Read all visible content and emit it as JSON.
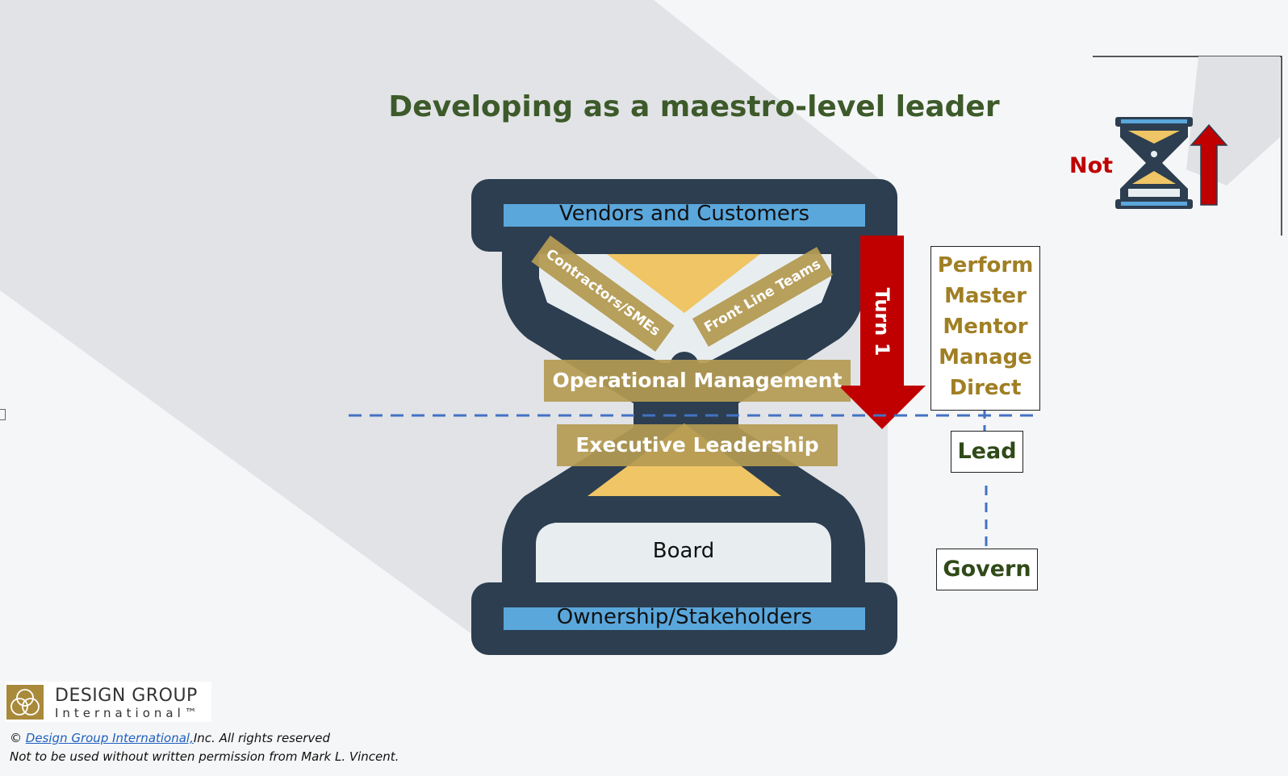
{
  "title": "Developing as a maestro-level leader",
  "hourglass": {
    "top_bar": "Vendors and Customers",
    "left_diagonal": "Contractors/SMEs",
    "right_diagonal": "Front Line Teams",
    "upper_band": "Operational Management",
    "lower_band": "Executive Leadership",
    "bottom_chamber": "Board",
    "bottom_bar": "Ownership/Stakeholders"
  },
  "arrow": {
    "label": "Turn 1"
  },
  "roles": [
    "Perform",
    "Master",
    "Mentor",
    "Manage",
    "Direct"
  ],
  "lead_box": "Lead",
  "govern_box": "Govern",
  "inset": {
    "label": "Not"
  },
  "footer": {
    "logo_name": "DESIGN GROUP",
    "logo_sub": "International™",
    "copyright_symbol": "©",
    "company_link": "Design Group International,",
    "rights": "Inc. All rights reserved",
    "permission": "Not to be used without written permission from Mark L. Vincent."
  },
  "colors": {
    "navy": "#2c3e50",
    "blue_bar": "#5aa7dc",
    "sand": "#efc565",
    "tan": "#b49a53",
    "red": "#c00000",
    "glass": "#e8eef0",
    "title_green": "#3d5a2a",
    "role_gold": "#a07f24",
    "dashed_blue": "#4472c4"
  }
}
